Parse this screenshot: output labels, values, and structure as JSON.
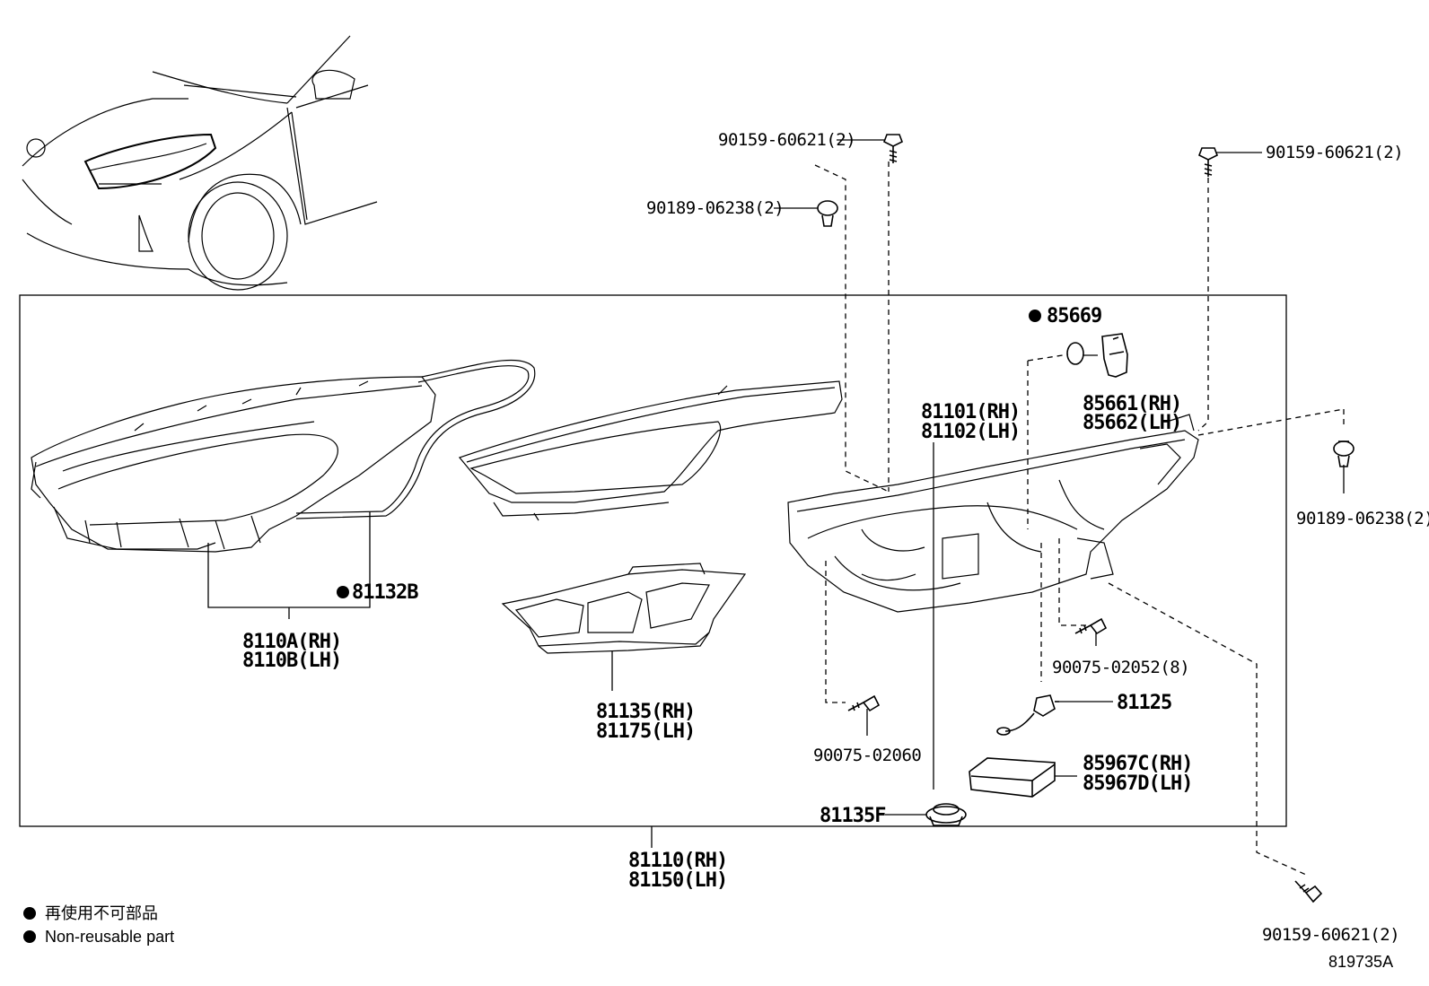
{
  "diagram": {
    "labels": {
      "bolt_top_center": "90159-60621(2)",
      "clip_top_left": "90189-06238(2)",
      "bolt_top_right": "90159-60621(2)",
      "seal_85669": "85669",
      "actuator": "85661(RH)\n85662(LH)",
      "housing": "81101(RH)\n81102(LH)",
      "clip_right": "90189-06238(2)",
      "cord_81132b": "81132B",
      "lens": "8110A(RH)\n8110B(LH)",
      "drl": "81135(RH)\n81175(LH)",
      "screw_90075_02052": "90075-02052(8)",
      "bulb": "81125",
      "screw_90075_02060": "90075-02060",
      "ecu": "85967C(RH)\n85967D(LH)",
      "cap": "81135F",
      "assembly": "81110(RH)\n81150(LH)",
      "bolt_bottom_right": "90159-60621(2)"
    },
    "legend": {
      "jp": "再使用不可部品",
      "en": "Non-reusable part"
    },
    "ref_code": "819735A"
  }
}
